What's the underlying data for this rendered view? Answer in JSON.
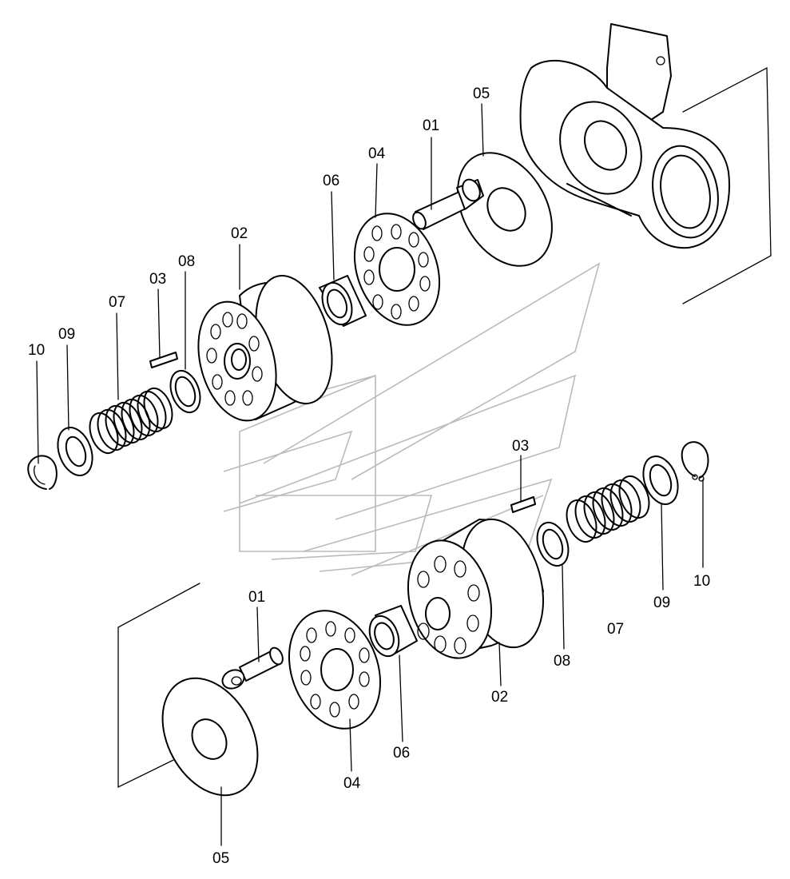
{
  "labels": {
    "top": {
      "p01": "01",
      "p02": "02",
      "p03": "03",
      "p04": "04",
      "p05": "05",
      "p06": "06",
      "p07": "07",
      "p08": "08",
      "p09": "09",
      "p10": "10"
    },
    "bottom": {
      "p01": "01",
      "p02": "02",
      "p03": "03",
      "p04": "04",
      "p05": "05",
      "p06": "06",
      "p07": "07",
      "p08": "08",
      "p09": "09",
      "p10": "10"
    }
  }
}
